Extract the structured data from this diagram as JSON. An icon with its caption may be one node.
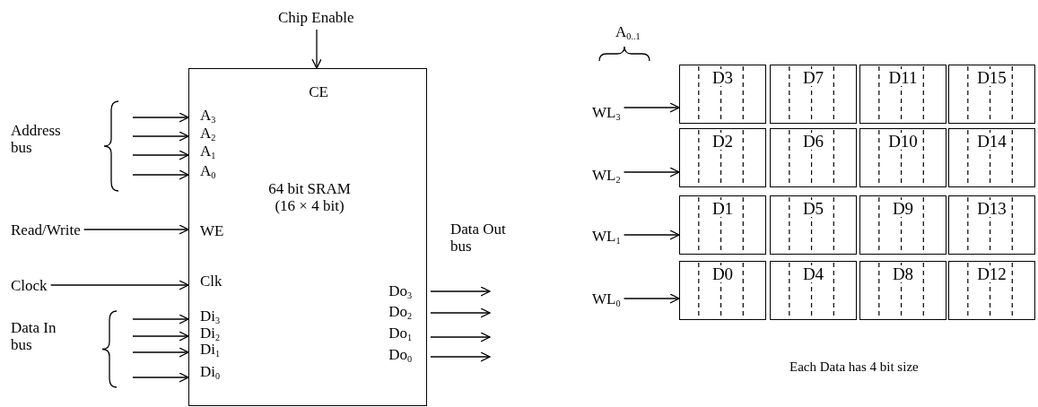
{
  "diagram": {
    "nodes": [
      {
        "text": [
          "Chip Enable"
        ]
      },
      {
        "text": [
          "CE",
          "A$_{3}$",
          "A$_{2}$",
          "A$_{1}$",
          "A$_{0}$",
          "64 bit SRAM (16 × 4 bit)",
          "WE",
          "Clk",
          "Do$_{3}$",
          "Do$_{2}$",
          "Do$_{1}$",
          "Do$_{0}$",
          "Di$_{3}$",
          "Di$_{2}$",
          "Di$_{1}$",
          "Di$_{0}$"
        ]
      },
      {
        "text": [
          "Read/Write"
        ]
      },
      {
        "text": [
          "Clock"
        ]
      },
      {
        "text": [
          "WL$_{3}$"
        ]
      },
      {
        "text": [
          "D3"
        ]
      },
      {
        "text": [
          "D7"
        ]
      },
      {
        "text": [
          "D11"
        ]
      },
      {
        "text": [
          "D15"
        ]
      },
      {
        "text": [
          "WL$_{2}$"
        ]
      },
      {
        "text": [
          "D2"
        ]
      },
      {
        "text": [
          "D6"
        ]
      },
      {
        "text": [
          "D10"
        ]
      },
      {
        "text": [
          "D14"
        ]
      },
      {
        "text": [
          "WL$_{1}$"
        ]
      },
      {
        "text": [
          "D1"
        ]
      },
      {
        "text": [
          "D5"
        ]
      },
      {
        "text": [
          "D9"
        ]
      },
      {
        "text": [
          "D13"
        ]
      },
      {
        "text": [
          "WL$_{0}$"
        ]
      },
      {
        "text": [
          "D0"
        ]
      },
      {
        "text": [
          "D4"
        ]
      },
      {
        "text": [
          "D8"
        ]
      },
      {
        "text": [
          "D12"
        ]
      }
    ],
    "edges": [
      {
        "from": 0,
        "to": 1,
        "arrow": "to"
      },
      {
        "from": null,
        "to": 1,
        "arrow": "to"
      },
      {
        "from": null,
        "to": 1,
        "arrow": "to"
      },
      {
        "from": null,
        "to": 1,
        "arrow": "to"
      },
      {
        "from": null,
        "to": 1,
        "arrow": "to"
      },
      {
        "from": 2,
        "to": 1,
        "arrow": "to"
      },
      {
        "from": 3,
        "to": 1,
        "arrow": "to"
      },
      {
        "from": null,
        "to": 1,
        "arrow": "to"
      },
      {
        "from": null,
        "to": 1,
        "arrow": "to"
      },
      {
        "from": null,
        "to": 1,
        "arrow": "to"
      },
      {
        "from": null,
        "to": 1,
        "arrow": "to"
      },
      {
        "from": 1,
        "to": null,
        "arrow": "to"
      },
      {
        "from": 1,
        "to": null,
        "arrow": "to"
      },
      {
        "from": 1,
        "to": null,
        "arrow": "to"
      },
      {
        "from": 1,
        "to": null,
        "arrow": "to"
      },
      {
        "from": 4,
        "to": 5,
        "arrow": "to"
      },
      {
        "from": 9,
        "to": 10,
        "arrow": "to"
      },
      {
        "from": 14,
        "to": 15,
        "arrow": "to"
      },
      {
        "from": 19,
        "to": 20,
        "arrow": "to"
      }
    ],
    "labels": [
      "Address bus",
      "Data In bus",
      "Data Out bus",
      "A$_{0..1}$",
      "Each Data has 4 bit size"
    ]
  }
}
